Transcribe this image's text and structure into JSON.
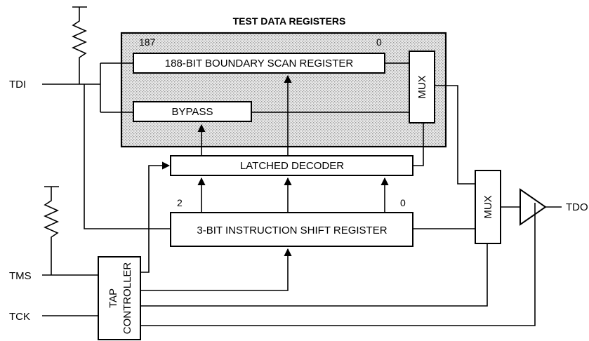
{
  "title": "TEST DATA REGISTERS",
  "boundary_scan": {
    "label": "188-BIT BOUNDARY SCAN REGISTER",
    "msb": "187",
    "lsb": "0"
  },
  "bypass": {
    "label": "BYPASS"
  },
  "mux_inner": {
    "label": "MUX"
  },
  "mux_outer": {
    "label": "MUX"
  },
  "decoder": {
    "label": "LATCHED DECODER"
  },
  "instruction_register": {
    "label": "3-BIT INSTRUCTION SHIFT REGISTER",
    "msb": "2",
    "lsb": "0"
  },
  "tap": {
    "line1": "TAP",
    "line2": "CONTROLLER"
  },
  "signals": {
    "tdi": "TDI",
    "tms": "TMS",
    "tck": "TCK",
    "tdo": "TDO"
  }
}
